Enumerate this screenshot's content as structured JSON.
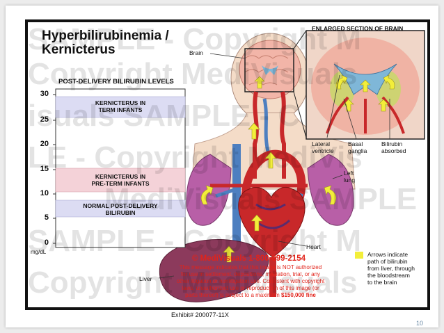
{
  "title": {
    "line1": "Hyperbilirubinemia /",
    "line2": "Kernicterus"
  },
  "chart": {
    "title": "POST-DELIVERY BILIRUBIN LEVELS",
    "unit": "mg/dL",
    "ticks": [
      "30",
      "25",
      "20",
      "15",
      "10",
      "5",
      "0"
    ],
    "bands": {
      "term": {
        "line1": "KERNICTERUS IN",
        "line2": "TERM INFANTS"
      },
      "preterm": {
        "line1": "KERNICTERUS IN",
        "line2": "PRE-TERM INFANTS"
      },
      "normal": {
        "line1": "NORMAL POST-DELIVERY",
        "line2": "BILIRUBIN"
      }
    }
  },
  "labels": {
    "brain": "Brain",
    "left_lung": {
      "line1": "Left",
      "line2": "lung"
    },
    "heart": "Heart",
    "liver": "Liver"
  },
  "inset": {
    "title": "ENLARGED SECTION OF BRAIN",
    "lateral_ventricle": {
      "line1": "Lateral",
      "line2": "ventricle"
    },
    "basal_ganglia": {
      "line1": "Basal",
      "line2": "ganglia"
    },
    "bilirubin_absorbed": {
      "line1": "Bilirubin",
      "line2": "absorbed"
    }
  },
  "legend": {
    "line1": "Arrows indicate",
    "line2": "path of bilirubin",
    "line3": "from liver, through",
    "line4": "the bloodstream",
    "line5": "to the brain",
    "color": "#f3ee3a"
  },
  "copyright": {
    "company": "© MediVisuals",
    "phone": "1-800-899-2154",
    "text1": "This message indicates that this image is NOT authorized",
    "text2": "for use in settlement, depositions, mediation, trial, or any",
    "text3": "other litigation or nonlitigation use. Consistent with copyright",
    "text4": "laws, unauthorized use or reproduction of this image (or",
    "text5": "parts thereof) is subject to a maximum",
    "fine": "$150,000 fine",
    "color": "#e2231a"
  },
  "watermark": {
    "row1": "SAMPLE - Copyright M",
    "row2": "Copyright MediVisuals",
    "row3": "isuals SAMPLE - C",
    "row4": "LE - Copyright MediVis",
    "row5": "MediVisuals SAMPLE",
    "row6": "SAMPLE - Copyright M",
    "row7": "Copyright MediVisuals"
  },
  "exhibit": "Exhibit# 200077-11X",
  "page_number": "10"
}
